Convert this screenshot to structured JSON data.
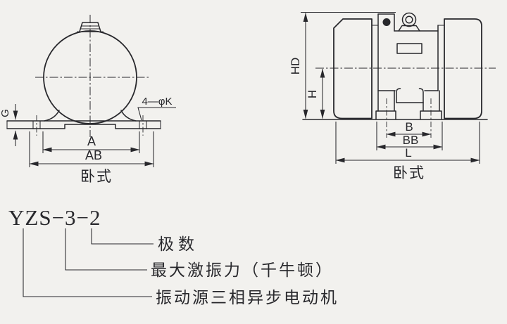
{
  "drawing": {
    "title_hint": "YZS vibration motor outline drawing",
    "colors": {
      "paper": "#f2f1ee",
      "ink": "#28282c"
    },
    "front_view": {
      "caption": "卧式",
      "dim_g": "G",
      "dim_holes": "4—φK",
      "dim_a": "A",
      "dim_ab": "AB"
    },
    "side_view": {
      "caption": "卧式",
      "dim_hd": "HD",
      "dim_h": "H",
      "dim_b": "B",
      "dim_bb": "BB",
      "dim_l": "L"
    },
    "model_key": {
      "code": "YZS−3−2",
      "entries": [
        {
          "label": "极数"
        },
        {
          "label": "最大激振力（千牛顿）"
        },
        {
          "label": "振动源三相异步电动机"
        }
      ]
    }
  }
}
